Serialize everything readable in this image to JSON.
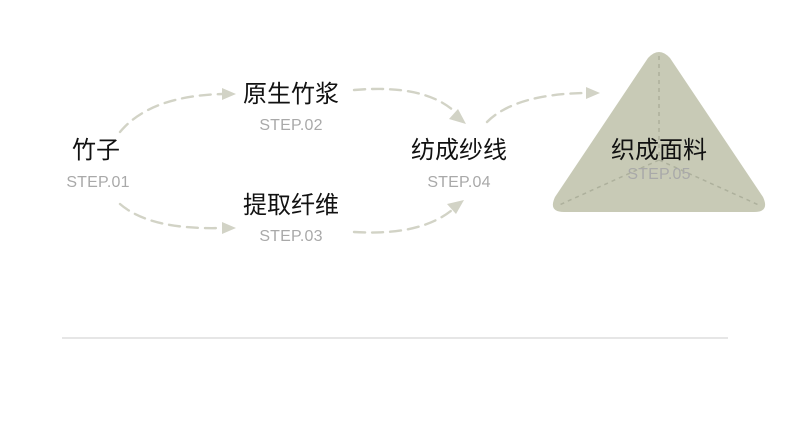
{
  "steps": [
    {
      "name": "竹子",
      "code": "STEP.01"
    },
    {
      "name": "原生竹浆",
      "code": "STEP.02"
    },
    {
      "name": "提取纤维",
      "code": "STEP.03"
    },
    {
      "name": "纺成纱线",
      "code": "STEP.04"
    },
    {
      "name": "织成面料",
      "code": "STEP.05"
    }
  ],
  "colors": {
    "arrow": "#d2d3c6",
    "triangle": "#c8cab6",
    "divider": "#d8d8d8",
    "code_text": "#a9a9a9",
    "name_text": "#111111"
  }
}
